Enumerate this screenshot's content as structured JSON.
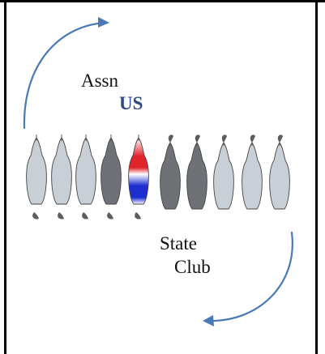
{
  "labels": {
    "top_line1": "Assn",
    "top_line2": "US",
    "bottom_line1": "State",
    "bottom_line2": "Club"
  },
  "colors": {
    "arrow": "#4a7ab5",
    "emphasis_text": "#2f4b87",
    "border": "#000000",
    "figure_light": "#c9cfd6",
    "figure_dark": "#6e7277",
    "flag_red": "#e0242c",
    "flag_white": "#ffffff",
    "flag_blue": "#1e2fd0"
  },
  "figures": [
    {
      "shade": "light",
      "tail": "down"
    },
    {
      "shade": "light",
      "tail": "down"
    },
    {
      "shade": "light",
      "tail": "down"
    },
    {
      "shade": "dark",
      "tail": "down"
    },
    {
      "shade": "flag",
      "tail": "down"
    },
    {
      "shade": "dark",
      "tail": "up"
    },
    {
      "shade": "dark",
      "tail": "up"
    },
    {
      "shade": "light",
      "tail": "up"
    },
    {
      "shade": "light",
      "tail": "up"
    },
    {
      "shade": "light",
      "tail": "up"
    }
  ]
}
